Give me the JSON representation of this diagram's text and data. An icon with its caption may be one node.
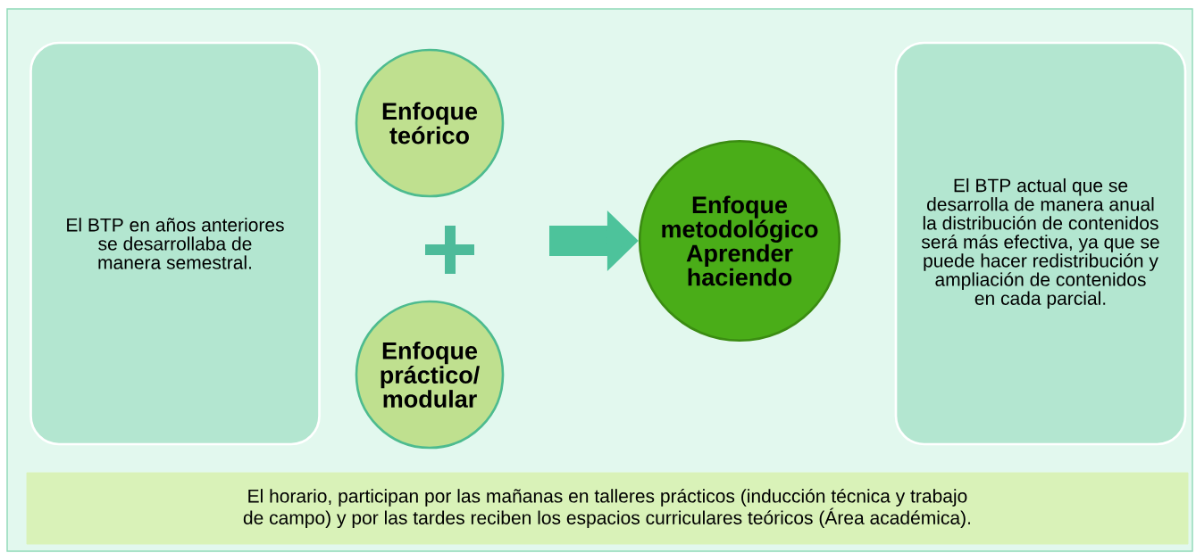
{
  "diagram": {
    "nodes": [
      {
        "text": [
          "El BTP en años anteriores se desarrollaba de manera semestral."
        ]
      },
      {
        "text": [
          "Enfoque teórico"
        ]
      },
      {
        "text": [
          "Enfoque práctico/ modular"
        ]
      },
      {
        "text": [
          "Enfoque metodológico Aprender haciendo"
        ]
      },
      {
        "text": [
          "El BTP actual que se desarrolla de manera anual la distribución de contenidos será más efectiva, ya que se puede hacer redistribución y ampliación de contenidos en cada parcial."
        ]
      },
      {
        "text": [
          "El horario, participan por las mañanas en talleres prácticos (inducción técnica y trabajo de campo) y por las tardes reciben los espacios curriculares teóricos (Área académica)."
        ]
      }
    ],
    "edges": [
      {
        "from": null,
        "to": 3,
        "arrow": "to"
      }
    ]
  }
}
